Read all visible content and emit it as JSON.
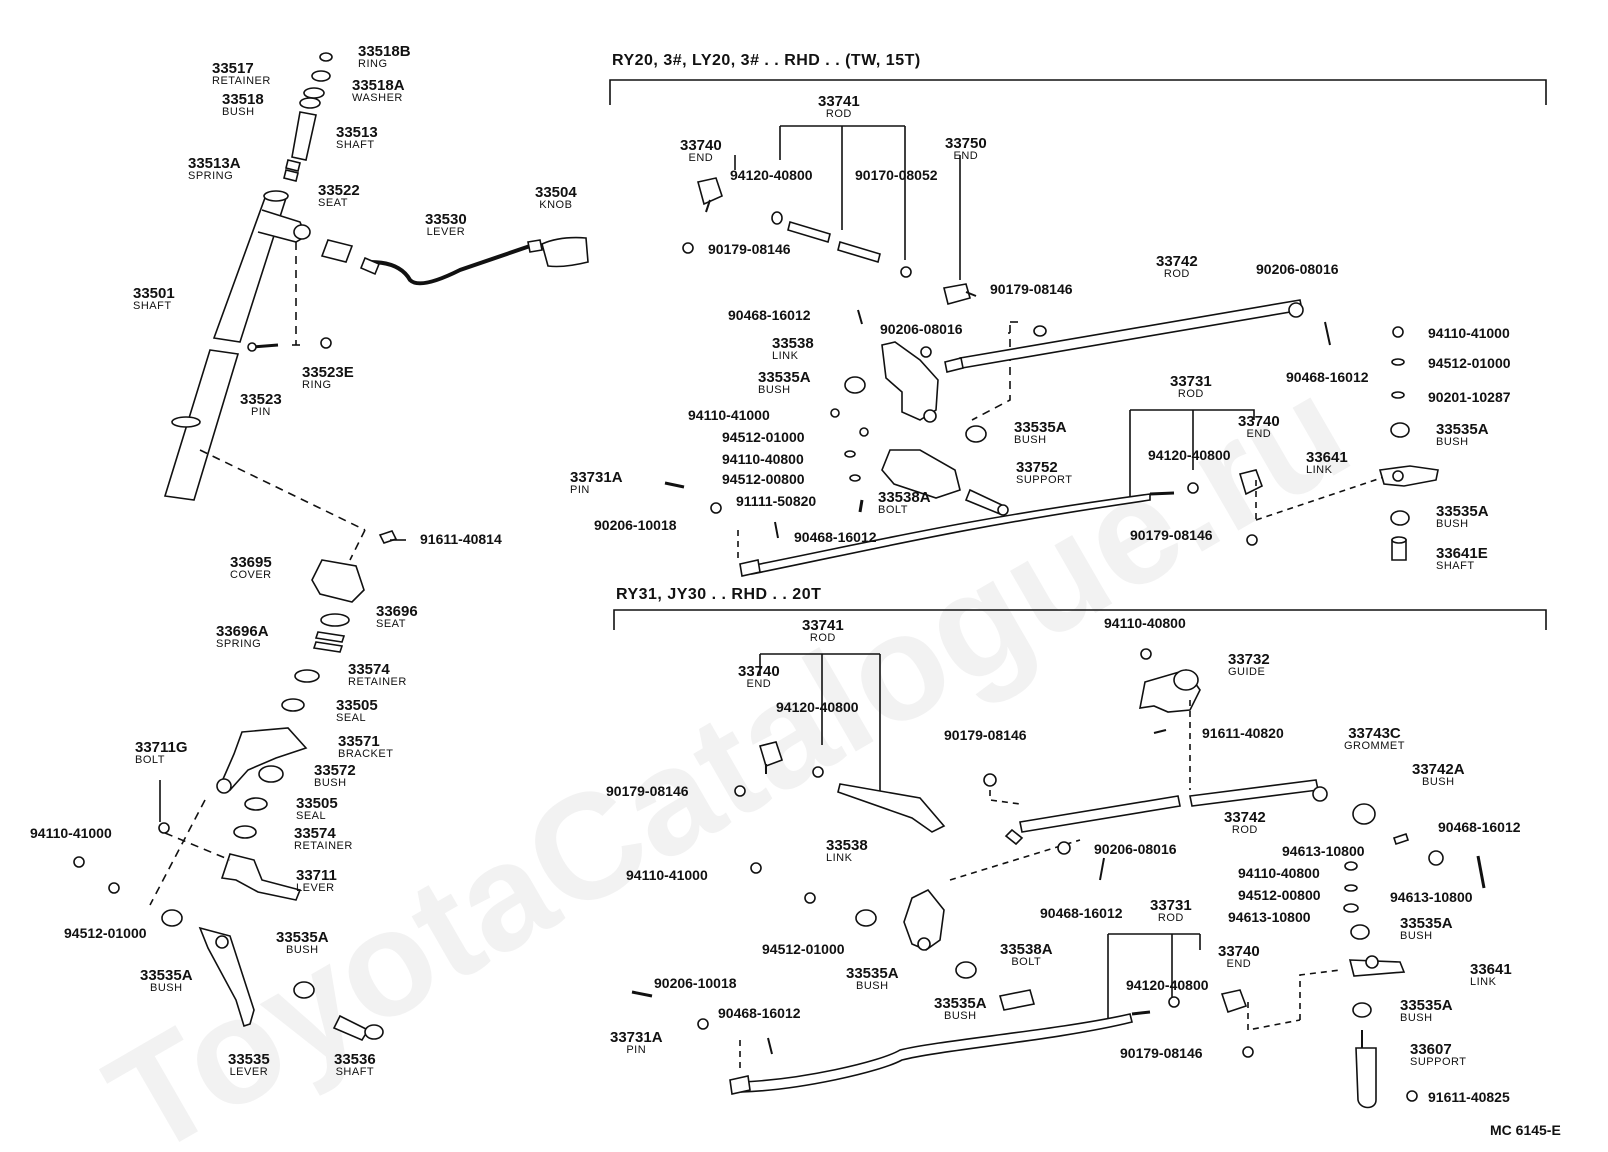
{
  "watermark": "ToyotaCatalogue.ru",
  "diagram_code": "MC  6145-E",
  "sections": [
    {
      "title": "RY20, 3#, LY20, 3# . . RHD . . (TW, 15T)"
    },
    {
      "title": "RY31, JY30 . .  RHD . .  20T"
    }
  ],
  "callouts": {
    "p33518B": {
      "num": "33518B",
      "name": "RING"
    },
    "p33517": {
      "num": "33517",
      "name": "RETAINER"
    },
    "p33518A": {
      "num": "33518A",
      "name": "WASHER"
    },
    "p33518": {
      "num": "33518",
      "name": "BUSH"
    },
    "p33513": {
      "num": "33513",
      "name": "SHAFT"
    },
    "p33513A": {
      "num": "33513A",
      "name": "SPRING"
    },
    "p33522": {
      "num": "33522",
      "name": "SEAT"
    },
    "p33530": {
      "num": "33530",
      "name": "LEVER"
    },
    "p33504": {
      "num": "33504",
      "name": "KNOB"
    },
    "p33501": {
      "num": "33501",
      "name": "SHAFT"
    },
    "p33523": {
      "num": "33523",
      "name": "PIN"
    },
    "p33523E": {
      "num": "33523E",
      "name": "RING"
    },
    "p33695": {
      "num": "33695",
      "name": "COVER"
    },
    "p33696": {
      "num": "33696",
      "name": "SEAT"
    },
    "p33696A": {
      "num": "33696A",
      "name": "SPRING"
    },
    "p33574a": {
      "num": "33574",
      "name": "RETAINER"
    },
    "p33505a": {
      "num": "33505",
      "name": "SEAL"
    },
    "p33711G": {
      "num": "33711G",
      "name": "BOLT"
    },
    "p33571": {
      "num": "33571",
      "name": "BRACKET"
    },
    "p33572": {
      "num": "33572",
      "name": "BUSH"
    },
    "p33505b": {
      "num": "33505",
      "name": "SEAL"
    },
    "p33574b": {
      "num": "33574",
      "name": "RETAINER"
    },
    "p33711": {
      "num": "33711",
      "name": "LEVER"
    },
    "p33535Aa": {
      "num": "33535A",
      "name": "BUSH"
    },
    "p33535Ab": {
      "num": "33535A",
      "name": "BUSH"
    },
    "p33535": {
      "num": "33535",
      "name": "LEVER"
    },
    "p33536": {
      "num": "33536",
      "name": "SHAFT"
    },
    "t33741": {
      "num": "33741",
      "name": "ROD"
    },
    "t33740": {
      "num": "33740",
      "name": "END"
    },
    "t33750": {
      "num": "33750",
      "name": "END"
    },
    "t33742": {
      "num": "33742",
      "name": "ROD"
    },
    "t33538": {
      "num": "33538",
      "name": "LINK"
    },
    "t33535Aa": {
      "num": "33535A",
      "name": "BUSH"
    },
    "t33535Ab": {
      "num": "33535A",
      "name": "BUSH"
    },
    "t33731": {
      "num": "33731",
      "name": "ROD"
    },
    "t33740b": {
      "num": "33740",
      "name": "END"
    },
    "t33752": {
      "num": "33752",
      "name": "SUPPORT"
    },
    "t33538A": {
      "num": "33538A",
      "name": "BOLT"
    },
    "t33731A": {
      "num": "33731A",
      "name": "PIN"
    },
    "t33535Ac": {
      "num": "33535A",
      "name": "BUSH"
    },
    "t33641": {
      "num": "33641",
      "name": "LINK"
    },
    "t33535Ad": {
      "num": "33535A",
      "name": "BUSH"
    },
    "t33641E": {
      "num": "33641E",
      "name": "SHAFT"
    },
    "b33741": {
      "num": "33741",
      "name": "ROD"
    },
    "b33740": {
      "num": "33740",
      "name": "END"
    },
    "b33732": {
      "num": "33732",
      "name": "GUIDE"
    },
    "b33743C": {
      "num": "33743C",
      "name": "GROMMET"
    },
    "b33742A": {
      "num": "33742A",
      "name": "BUSH"
    },
    "b33742": {
      "num": "33742",
      "name": "ROD"
    },
    "b33538": {
      "num": "33538",
      "name": "LINK"
    },
    "b33535Aa": {
      "num": "33535A",
      "name": "BUSH"
    },
    "b33535Ab": {
      "num": "33535A",
      "name": "BUSH"
    },
    "b33538A": {
      "num": "33538A",
      "name": "BOLT"
    },
    "b33731": {
      "num": "33731",
      "name": "ROD"
    },
    "b33740b": {
      "num": "33740",
      "name": "END"
    },
    "b33535Ac": {
      "num": "33535A",
      "name": "BUSH"
    },
    "b33641": {
      "num": "33641",
      "name": "LINK"
    },
    "b33535Ad": {
      "num": "33535A",
      "name": "BUSH"
    },
    "b33607": {
      "num": "33607",
      "name": "SUPPORT"
    },
    "b33731A": {
      "num": "33731A",
      "name": "PIN"
    }
  },
  "partnums": {
    "l91611_40814": "91611-40814",
    "l94110_41000": "94110-41000",
    "l94512_01000": "94512-01000",
    "t94120_40800": "94120-40800",
    "t90170_08052": "90170-08052",
    "t90179_08146a": "90179-08146",
    "t90179_08146b": "90179-08146",
    "t90206_08016a": "90206-08016",
    "t90468_16012a": "90468-16012",
    "t90206_08016b": "90206-08016",
    "t90468_16012b": "90468-16012",
    "t94110_41000a": "94110-41000",
    "t94512_01000a": "94512-01000",
    "t90201_10287": "90201-10287",
    "t94110_41000b": "94110-41000",
    "t94512_01000b": "94512-01000",
    "t94110_40800": "94110-40800",
    "t94512_00800": "94512-00800",
    "t91111_50820": "91111-50820",
    "t90206_10018": "90206-10018",
    "t90468_16012c": "90468-16012",
    "t94120_40800b": "94120-40800",
    "t90179_08146c": "90179-08146",
    "b94110_40800a": "94110-40800",
    "b94120_40800": "94120-40800",
    "b91611_40820": "91611-40820",
    "b90179_08146a": "90179-08146",
    "b90179_08146b": "90179-08146",
    "b90206_08016": "90206-08016",
    "b94613_10800a": "94613-10800",
    "b90468_16012a": "90468-16012",
    "b94110_41000": "94110-41000",
    "b94110_40800b": "94110-40800",
    "b94512_00800": "94512-00800",
    "b94613_10800b": "94613-10800",
    "b94613_10800c": "94613-10800",
    "b90468_16012b": "90468-16012",
    "b94512_01000": "94512-01000",
    "b90206_10018": "90206-10018",
    "b90468_16012c": "90468-16012",
    "b94120_40800b": "94120-40800",
    "b90179_08146c": "90179-08146",
    "b91611_40825": "91611-40825"
  }
}
